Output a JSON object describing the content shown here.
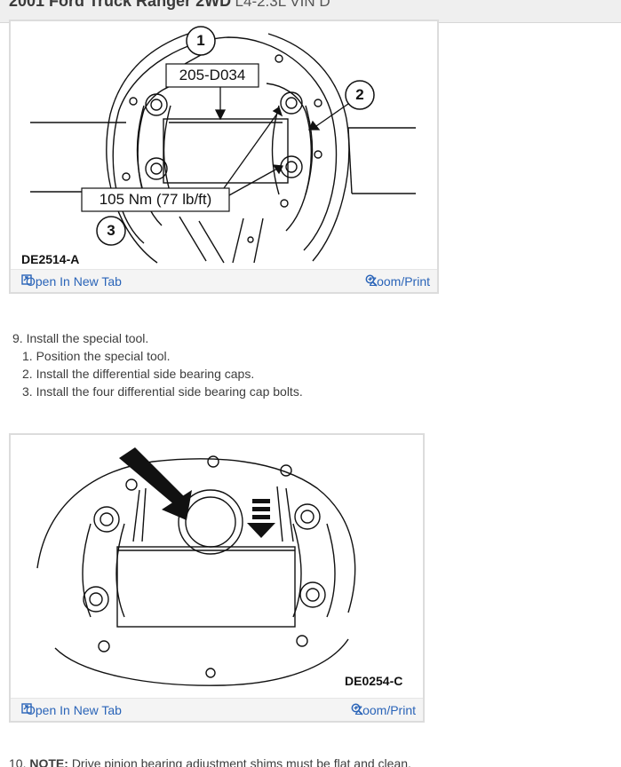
{
  "header": {
    "vehicle": "2001 Ford Truck Ranger 2WD",
    "engine": "L4-2.3L VIN D"
  },
  "figure1": {
    "callout_1": "1",
    "callout_2": "2",
    "callout_3": "3",
    "tool_label": "205-D034",
    "torque_label": "105 Nm (77 lb/ft)",
    "code": "DE2514-A",
    "open_new_tab": "Open In New Tab",
    "zoom_print": "Zoom/Print"
  },
  "instructions": {
    "step": "9. Install the special tool.",
    "substeps": [
      "1. Position the special tool.",
      "2. Install the differential side bearing caps.",
      "3. Install the four differential side bearing cap bolts."
    ]
  },
  "figure2": {
    "code": "DE0254-C",
    "open_new_tab": "Open In New Tab",
    "zoom_print": "Zoom/Print"
  },
  "note": {
    "prefix": "10.",
    "label": "NOTE:",
    "text": "Drive pinion bearing adjustment shims must be flat and clean."
  },
  "colors": {
    "link": "#2a64b8",
    "footer_bg": "#f4f4f4",
    "header_bg": "#efefef"
  },
  "icons": [
    "open-in-new-tab-icon",
    "zoom-icon"
  ]
}
